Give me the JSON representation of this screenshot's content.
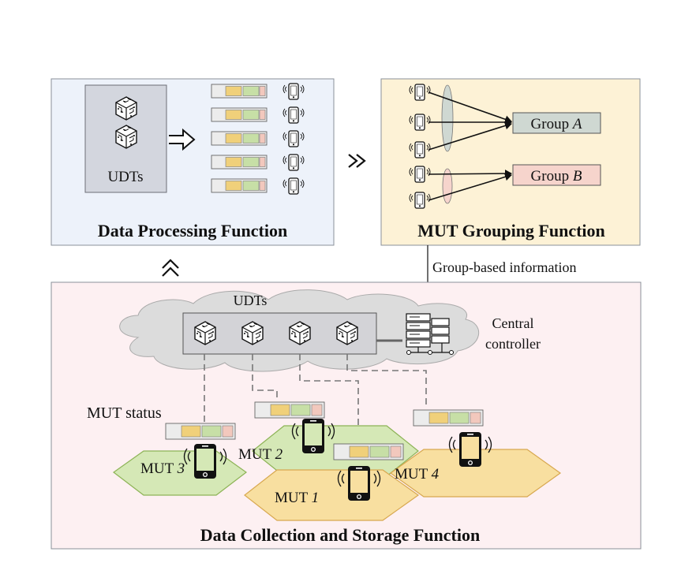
{
  "panels": {
    "processing": {
      "title": "Data Processing Function",
      "udt_label": "UDTs"
    },
    "grouping": {
      "title": "MUT Grouping Function",
      "groups": [
        {
          "prefix": "Group ",
          "letter": "A",
          "color": "#cfd8d2"
        },
        {
          "prefix": "Group ",
          "letter": "B",
          "color": "#f6d4cc"
        }
      ]
    },
    "collection": {
      "title": "Data Collection and Storage Function",
      "cloud_label": "UDTs",
      "controller_label_line1": "Central",
      "controller_label_line2": "controller",
      "status_label": "MUT status",
      "muts": [
        {
          "prefix": "MUT ",
          "num": "3"
        },
        {
          "prefix": "MUT ",
          "num": "2"
        },
        {
          "prefix": "MUT ",
          "num": "1"
        },
        {
          "prefix": "MUT ",
          "num": "4"
        }
      ]
    }
  },
  "flow": {
    "group_info_label": "Group-based information"
  },
  "colors": {
    "processing_bg": "#edf2fa",
    "grouping_bg": "#fdf2d6",
    "collection_bg": "#fdf0f2",
    "record_yellow": "#f0d07a",
    "record_green": "#c7dfa6",
    "record_pink": "#f2c8bd",
    "hex_green": "#d5e8b6",
    "hex_yellow": "#f8dfa0"
  }
}
